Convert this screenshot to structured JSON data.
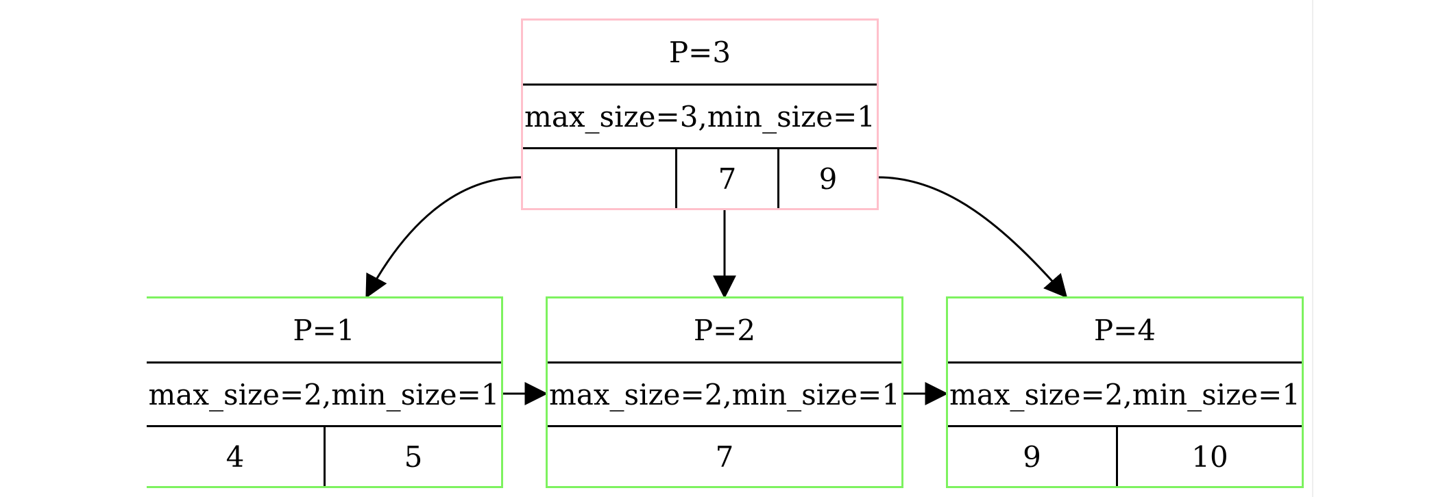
{
  "colors": {
    "internal_border": "#ffc0cb",
    "leaf_border": "#7df25f",
    "edge": "#000000"
  },
  "root": {
    "title": "P=3",
    "info": "max_size=3,min_size=1",
    "keys": [
      "",
      "7",
      "9"
    ]
  },
  "leaves": [
    {
      "title": "P=1",
      "info": "max_size=2,min_size=1",
      "keys": [
        "4",
        "5"
      ]
    },
    {
      "title": "P=2",
      "info": "max_size=2,min_size=1",
      "keys": [
        "7"
      ]
    },
    {
      "title": "P=4",
      "info": "max_size=2,min_size=1",
      "keys": [
        "9",
        "10"
      ]
    }
  ]
}
